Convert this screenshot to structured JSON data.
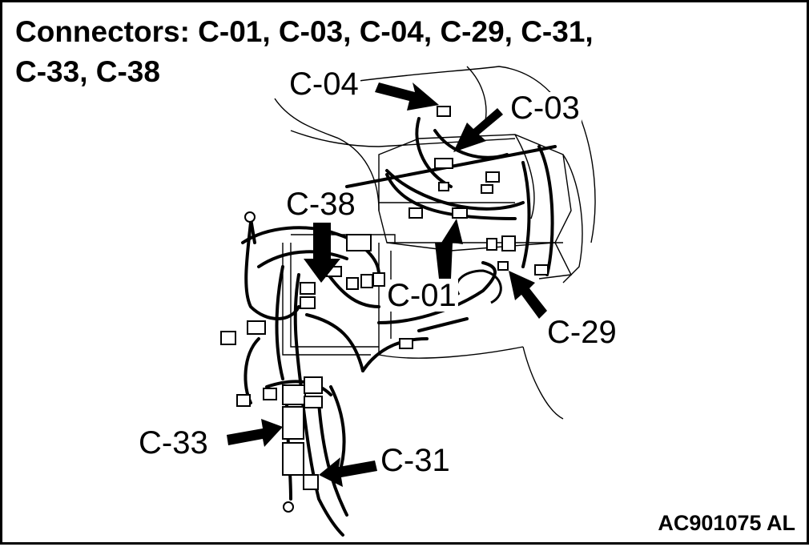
{
  "title": "Connectors: C-01, C-03, C-04, C-29, C-31,\nC-33, C-38",
  "callouts": {
    "c04": "C-04",
    "c03": "C-03",
    "c38": "C-38",
    "c01": "C-01",
    "c29": "C-29",
    "c33": "C-33",
    "c31": "C-31"
  },
  "figure_id": "AC901075 AL",
  "colors": {
    "ink": "#000000",
    "background": "#ffffff"
  }
}
